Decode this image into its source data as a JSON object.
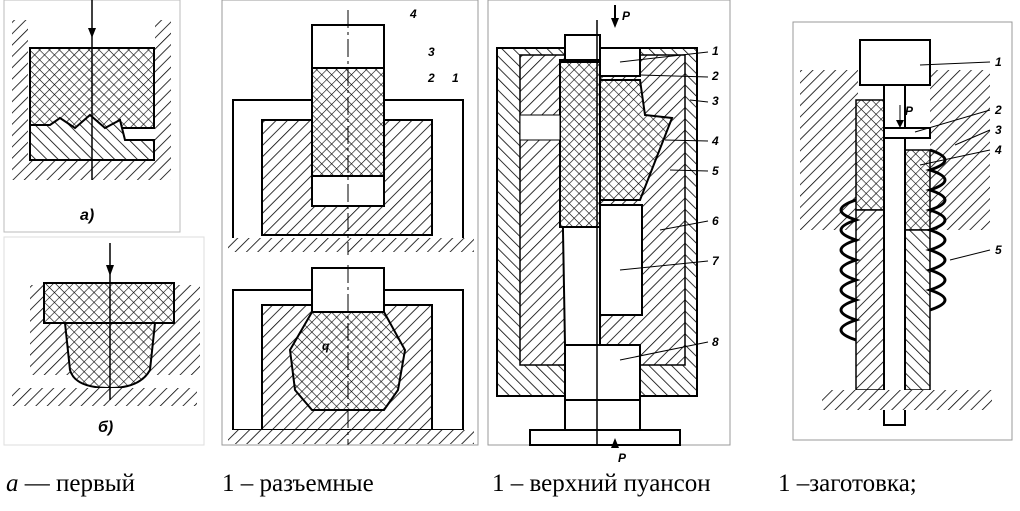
{
  "panels": {
    "a": {
      "sublabel": "а)"
    },
    "b": {
      "sublabel": "б)"
    },
    "split_die": {
      "labels": [
        "1",
        "2",
        "3",
        "4"
      ],
      "pressure": "q"
    },
    "punch_die": {
      "labels": [
        "1",
        "2",
        "3",
        "4",
        "5",
        "6",
        "7",
        "8"
      ],
      "force_top": "P",
      "force_bottom": "P"
    },
    "bellows": {
      "labels": [
        "1",
        "2",
        "3",
        "4",
        "5"
      ],
      "force": "P"
    }
  },
  "captions": [
    {
      "prefix": "а",
      "text": " — первый"
    },
    {
      "text": "1 – разъемные"
    },
    {
      "text": "1 – верхний пуансон"
    },
    {
      "text": "1 –заготовка;"
    }
  ]
}
